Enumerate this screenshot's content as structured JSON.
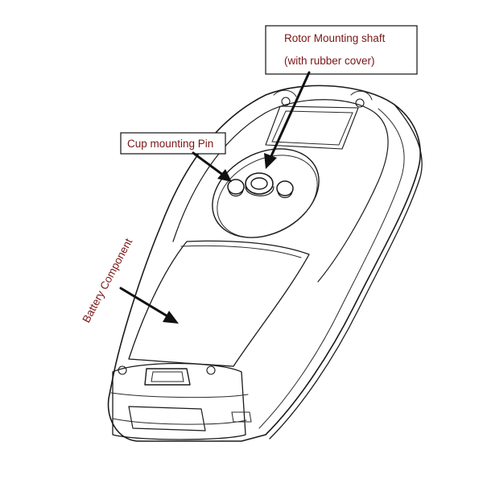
{
  "labels": {
    "rotor_line1": "Rotor Mounting shaft",
    "rotor_line2": "(with rubber cover)",
    "cup_pin": "Cup mounting Pin",
    "battery": "Battery Component"
  },
  "colors": {
    "label_text": "#7a1414",
    "line_ink": "#1a1a1a",
    "background": "#ffffff"
  }
}
